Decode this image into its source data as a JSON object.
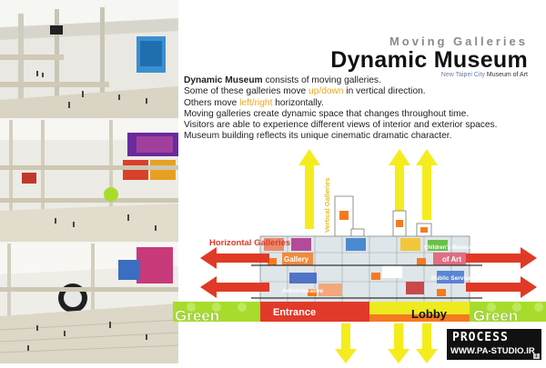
{
  "header": {
    "subtitle": "Moving Galleries",
    "title": "Dynamic Museum",
    "credit_prefix": "New Taipei City",
    "credit_suffix": "Museum of Art"
  },
  "description": {
    "line1_bold": "Dynamic Museum",
    "line1_rest": " consists of moving galleries.",
    "line2_pre": "Some of these galleries move ",
    "line2_hl": "up/down",
    "line2_post": " in vertical direction.",
    "line3_pre": "Others move ",
    "line3_hl": "left/right",
    "line3_post": " horizontally.",
    "line4": "Moving galleries create dynamic space that changes throughout time.",
    "line5": "Visitors are able to experience different views of interior and exterior spaces.",
    "line6": "Museum building reflects its unique cinematic dramatic character."
  },
  "diagram": {
    "horizontal_label": "Horizontal Galleries",
    "vertical_label": "Vertical Galleries",
    "gallery_label": "Gallery",
    "children_label": "Children's Museum",
    "art_label": "of Art",
    "admin_label": "Administrative",
    "public_label": "Public Service",
    "entrance_label": "Entrance",
    "lobby_label": "Lobby",
    "green_left": "Green",
    "green_right": "Green"
  },
  "logo": {
    "name": "PROCESS",
    "url": "WWW.PA-STUDIO.IR",
    "page": "1"
  },
  "colors": {
    "accent_orange": "#f0a81e",
    "arrow_red": "#e03a26",
    "arrow_yellow": "#f7ee22",
    "green": "#a7dc2c",
    "entrance_red": "#e23a2a"
  }
}
